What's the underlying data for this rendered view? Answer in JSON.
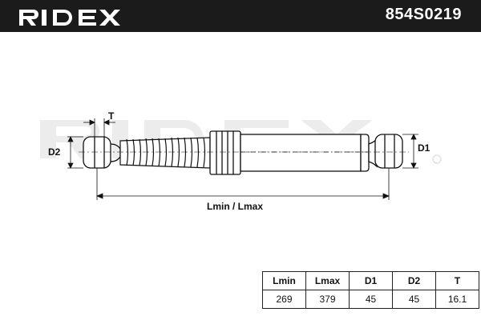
{
  "brand": {
    "name": "RIDEX"
  },
  "part_number": "854S0219",
  "diagram": {
    "labels": {
      "t": "T",
      "d1": "D1",
      "d2": "D2",
      "length": "Lmin / Lmax"
    },
    "watermark": "RIDEX"
  },
  "specs": {
    "headers": [
      "Lmin",
      "Lmax",
      "D1",
      "D2",
      "T"
    ],
    "values": [
      "269",
      "379",
      "45",
      "45",
      "16.1"
    ]
  },
  "colors": {
    "header_bg": "#1b1b1b",
    "header_text": "#ffffff",
    "line": "#111111",
    "watermark": "#e6e6e6"
  }
}
